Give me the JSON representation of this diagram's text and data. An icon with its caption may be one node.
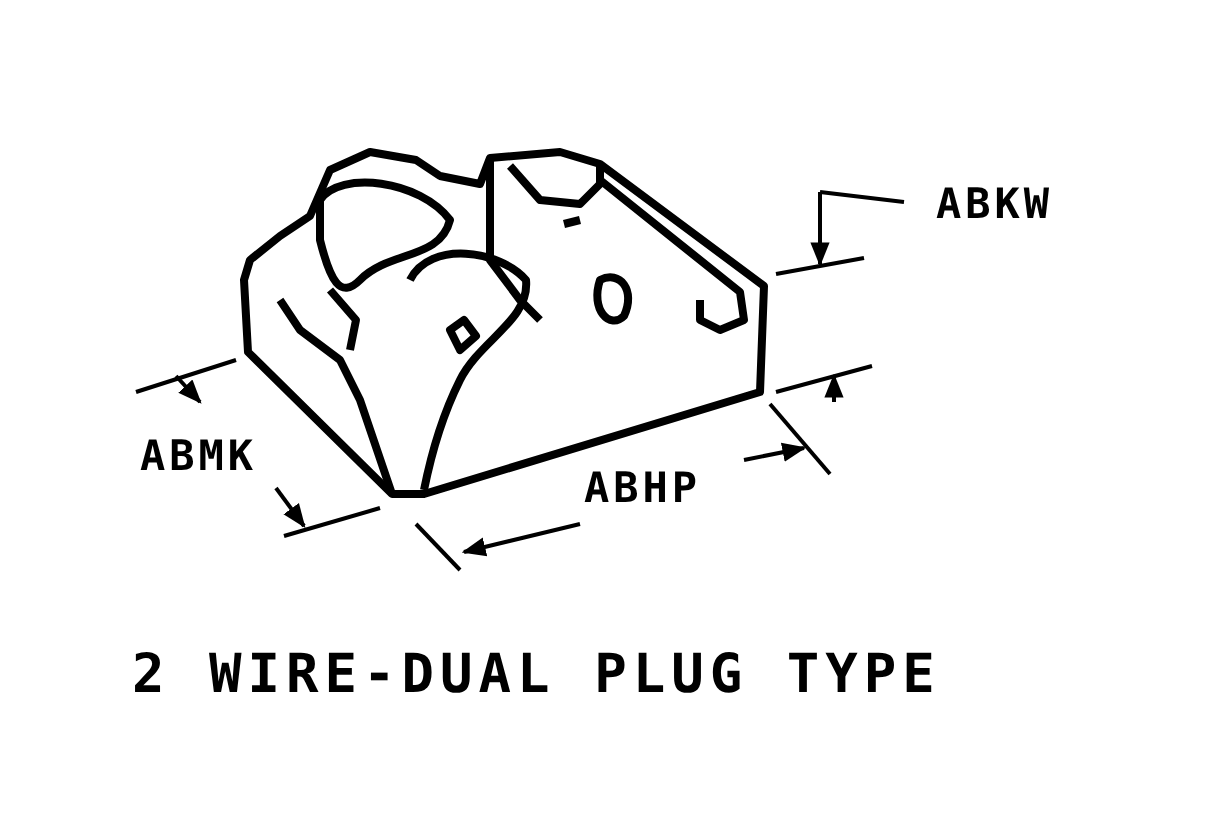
{
  "diagram": {
    "caption": "2 WIRE-DUAL PLUG TYPE",
    "labels": [
      "ABKW",
      "ABMK",
      "ABHP"
    ]
  }
}
